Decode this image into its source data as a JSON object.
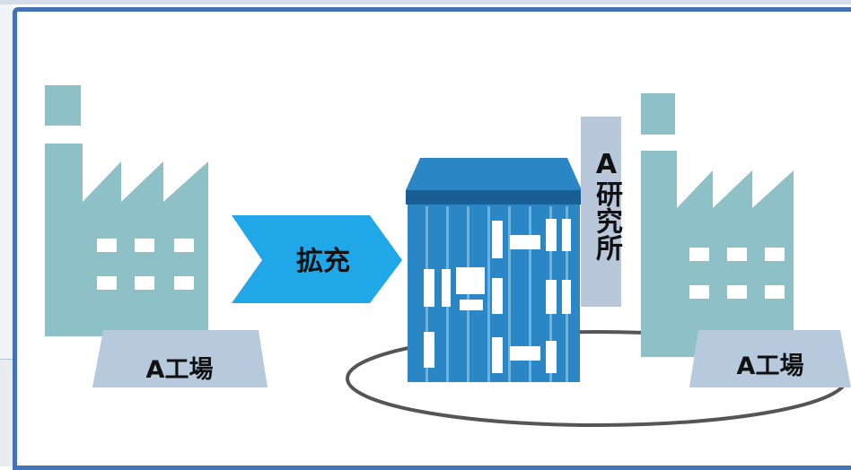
{
  "labels": {
    "expansion": "拡充",
    "plant_left": "A工場",
    "plant_right": "A工場",
    "research_lab": "A研究所"
  },
  "colors": {
    "frame": "#4472b8",
    "factory": "#8ec0c7",
    "factory_window": "#ffffff",
    "label_plate": "#b7c9dc",
    "arrow": "#1fa7e8",
    "building": "#2a86c4",
    "building_dark": "#1a5f93",
    "lab_bar": "#b8c7da",
    "ellipse_stroke": "#555555"
  },
  "icons": [
    "factory-left-icon",
    "factory-right-icon",
    "expand-arrow-icon",
    "research-building-icon",
    "site-ellipse-icon"
  ]
}
